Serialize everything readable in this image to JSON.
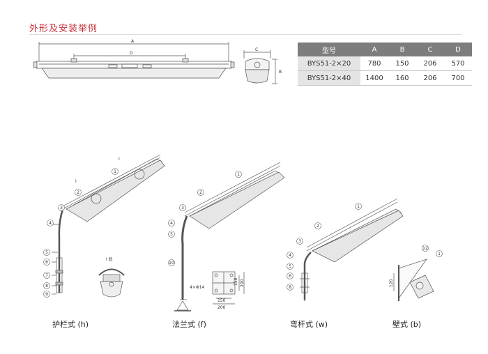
{
  "heading": "外形及安装举例",
  "front_view_dims": {
    "a": "A",
    "d": "D"
  },
  "side_view_dims": {
    "c": "C",
    "b": "B"
  },
  "spec_table": {
    "headers": [
      "型号",
      "A",
      "B",
      "C",
      "D"
    ],
    "rows": [
      [
        "BYS51-2×20",
        "780",
        "150",
        "206",
        "570"
      ],
      [
        "BYS51-2×40",
        "1400",
        "160",
        "206",
        "700"
      ]
    ]
  },
  "installations": [
    {
      "caption": "护栏式 (h)",
      "detail_label": "I 处",
      "callouts": [
        "1",
        "2",
        "3",
        "4",
        "5",
        "6",
        "7",
        "8",
        "9"
      ],
      "detail_marks": [
        "I",
        "I"
      ]
    },
    {
      "caption": "法兰式 (f)",
      "callouts": [
        "1",
        "2",
        "3",
        "4",
        "5",
        "10"
      ],
      "flange": {
        "holes": "4×Φ14",
        "d150": "150",
        "d200": "200"
      }
    },
    {
      "caption": "弯杆式 (w)",
      "callouts": [
        "1",
        "2",
        "3",
        "4",
        "5",
        "6",
        "8"
      ]
    },
    {
      "caption": "壁式 (b)",
      "callouts": [
        "1",
        "12"
      ],
      "wall_dim": "120"
    }
  ]
}
